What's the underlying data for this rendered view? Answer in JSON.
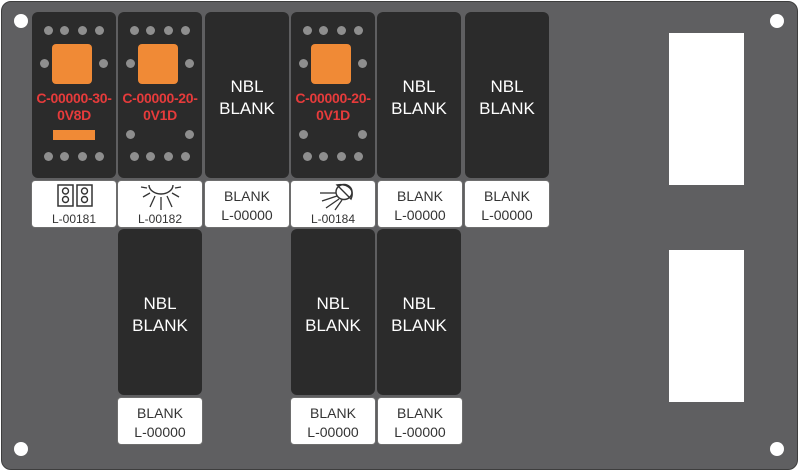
{
  "switches": [
    {
      "type": "rocker",
      "part_number": [
        "C-00000-30-",
        "0V8D"
      ]
    },
    {
      "type": "rocker",
      "part_number": [
        "C-00000-20-",
        "0V1D"
      ]
    },
    {
      "type": "blank",
      "text": [
        "NBL",
        "BLANK"
      ]
    },
    {
      "type": "rocker",
      "part_number": [
        "C-00000-20-",
        "0V1D"
      ]
    },
    {
      "type": "blank",
      "text": [
        "NBL",
        "BLANK"
      ]
    },
    {
      "type": "blank",
      "text": [
        "NBL",
        "BLANK"
      ]
    },
    {
      "type": "blank",
      "text": [
        "NBL",
        "BLANK"
      ]
    },
    {
      "type": "blank",
      "text": [
        "NBL",
        "BLANK"
      ]
    },
    {
      "type": "blank",
      "text": [
        "NBL",
        "BLANK"
      ]
    }
  ],
  "labels": [
    {
      "icon": "dual-switch-icon",
      "code": "L-00181"
    },
    {
      "icon": "sun-light-icon",
      "code": "L-00182"
    },
    {
      "text": "BLANK",
      "code": "L-00000"
    },
    {
      "icon": "spotlight-icon",
      "code": "L-00184"
    },
    {
      "text": "BLANK",
      "code": "L-00000"
    },
    {
      "text": "BLANK",
      "code": "L-00000"
    },
    {
      "text": "BLANK",
      "code": "L-00000"
    },
    {
      "text": "BLANK",
      "code": "L-00000"
    },
    {
      "text": "BLANK",
      "code": "L-00000"
    }
  ],
  "colors": {
    "panel": "#5f5f61",
    "switch_body": "#2b2b2b",
    "rocker": "#f08a36",
    "part_number": "#e63b3b"
  }
}
